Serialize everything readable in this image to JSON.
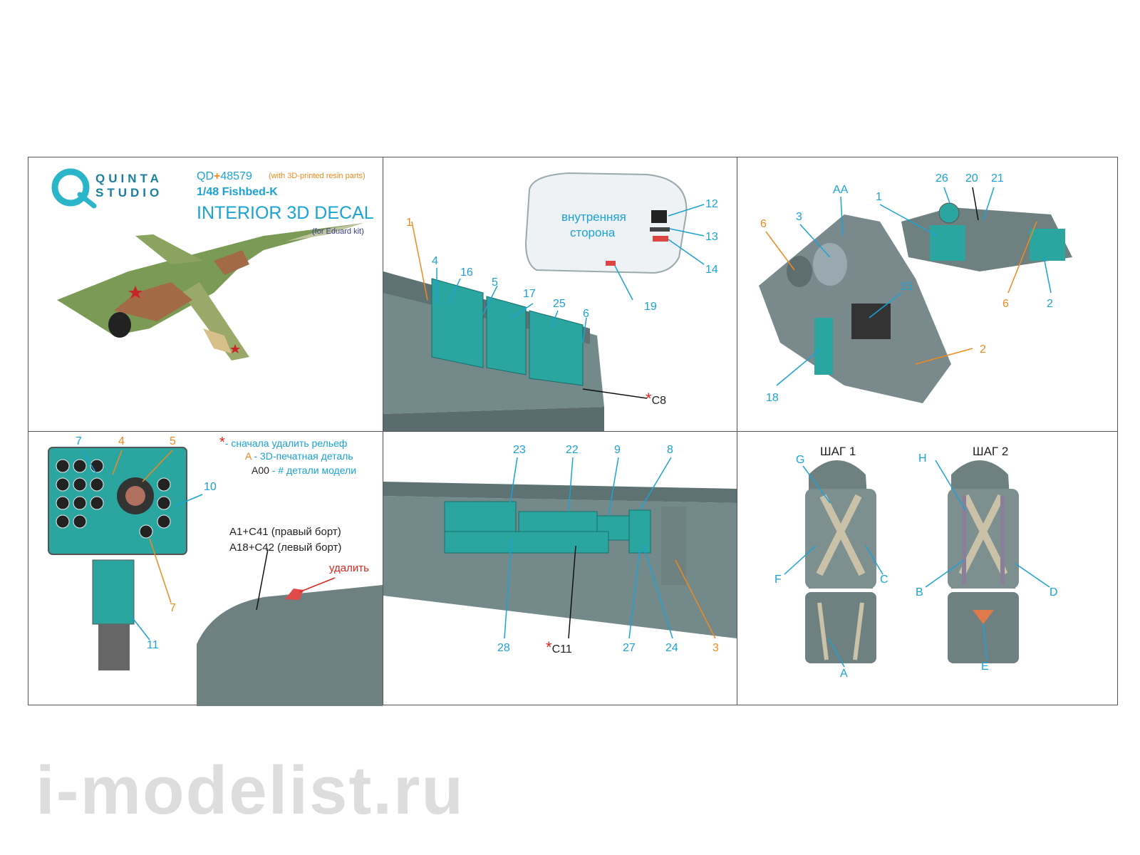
{
  "brand": {
    "line1": "QUINTA",
    "line2": "STUDIO"
  },
  "product": {
    "code": "QD",
    "plus": "+",
    "number": "48579",
    "resin_note": "(with 3D-printed resin parts)",
    "scale_title": "1/48 Fishbed-K",
    "main_title": "INTERIOR 3D DECAL",
    "kit_note": "(for Eduard kit)"
  },
  "panel2": {
    "canopy_text_1": "внутренняя",
    "canopy_text_2": "сторона",
    "labels": [
      "1",
      "4",
      "16",
      "5",
      "17",
      "25",
      "6",
      "12",
      "13",
      "14",
      "19"
    ],
    "ref": "C8"
  },
  "panel3": {
    "labels": [
      "26",
      "20",
      "21",
      "1",
      "3",
      "AA",
      "6",
      "6",
      "2",
      "15",
      "2",
      "18"
    ]
  },
  "legend": {
    "star_text": "- сначала удалить рельеф",
    "a_key": "A",
    "a_text": " - 3D-печатная деталь",
    "a00_key": "A00",
    "a00_text": " - # детали модели"
  },
  "panel4": {
    "labels": [
      "7",
      "4",
      "5",
      "10",
      "7",
      "11"
    ],
    "line1": "A1+C41 (правый борт)",
    "line2": "A18+C42 (левый борт)",
    "remove": "удалить"
  },
  "panel5": {
    "labels": [
      "23",
      "22",
      "9",
      "8",
      "28",
      "27",
      "24",
      "3"
    ],
    "ref": "C11"
  },
  "panel6": {
    "step1": "ШАГ 1",
    "step2": "ШАГ 2",
    "labels": [
      "G",
      "F",
      "C",
      "A",
      "H",
      "B",
      "D",
      "E"
    ]
  },
  "watermark": "i-modelist.ru",
  "colors": {
    "accent_blue": "#1aa3d6",
    "accent_orange": "#f08a1c",
    "star_red": "#e0241b",
    "cockpit_grey": "#6f8080",
    "panel_teal": "#2aa5a0"
  }
}
